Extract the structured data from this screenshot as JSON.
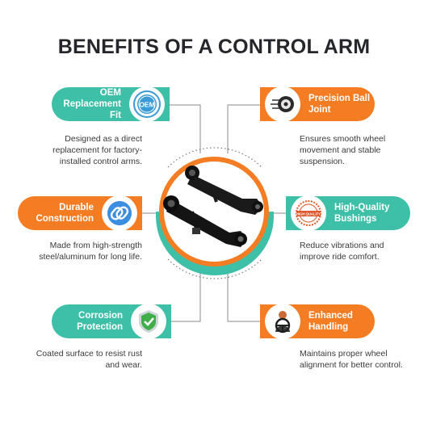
{
  "title": "BENEFITS OF A CONTROL ARM",
  "colors": {
    "teal": "#3dbfa8",
    "orange": "#f47d24",
    "dark": "#24262b"
  },
  "benefits": [
    {
      "title": "OEM Replacement Fit",
      "title_lines": [
        "OEM",
        "Replacement Fit"
      ],
      "icon": "oem-badge-icon",
      "icon_text": "OEM",
      "desc_lines": [
        "Designed as a direct",
        "replacement for factory-",
        "installed control arms."
      ]
    },
    {
      "title": "Precision Ball Joint",
      "title_lines": [
        "Precision Ball",
        "Joint"
      ],
      "icon": "ball-joint-icon",
      "desc_lines": [
        "Ensures smooth wheel",
        "movement and stable",
        "suspension."
      ]
    },
    {
      "title": "Durable Construction",
      "title_lines": [
        "Durable",
        "Construction"
      ],
      "icon": "chain-link-icon",
      "desc_lines": [
        "Made from high-strength",
        "steel/aluminum for long life."
      ]
    },
    {
      "title": "High-Quality Bushings",
      "title_lines": [
        "High-Quality",
        "Bushings"
      ],
      "icon": "high-quality-stamp-icon",
      "icon_text": "HIGH QUALITY",
      "desc_lines": [
        "Reduce vibrations and",
        "improve ride comfort."
      ]
    },
    {
      "title": "Corrosion Protection",
      "title_lines": [
        "Corrosion",
        "Protection"
      ],
      "icon": "shield-check-icon",
      "desc_lines": [
        "Coated surface to resist rust",
        "and wear."
      ]
    },
    {
      "title": "Enhanced Handling",
      "title_lines": [
        "Enhanced",
        "Handling"
      ],
      "icon": "steering-wheel-icon",
      "desc_lines": [
        "Maintains proper wheel",
        "alignment for better control."
      ]
    }
  ],
  "center_image": "control-arms-product-photo"
}
